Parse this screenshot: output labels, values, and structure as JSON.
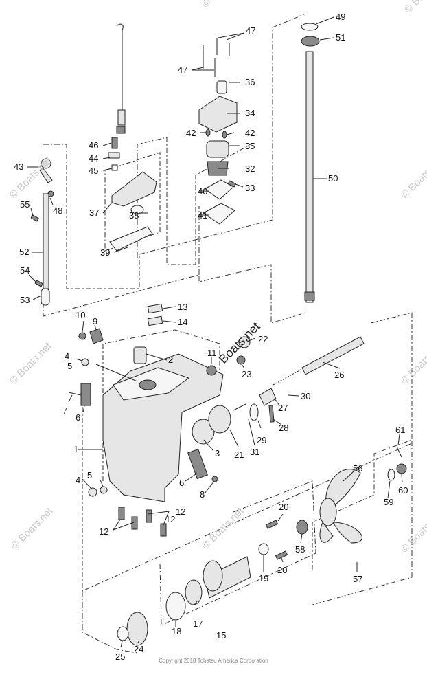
{
  "watermark": "© Boats.net",
  "watermark_center": "Boats.net",
  "copyright": "Copyright 2018 Tohatsu America Corporation",
  "callouts": [
    "1",
    "2",
    "3",
    "4",
    "4",
    "5",
    "5",
    "6",
    "6",
    "7",
    "8",
    "9",
    "10",
    "11",
    "12",
    "12",
    "12",
    "13",
    "14",
    "15",
    "17",
    "18",
    "19",
    "20",
    "20",
    "21",
    "22",
    "23",
    "24",
    "25",
    "26",
    "27",
    "28",
    "29",
    "30",
    "31",
    "32",
    "33",
    "34",
    "35",
    "36",
    "37",
    "38",
    "39",
    "40",
    "41",
    "42",
    "42",
    "43",
    "44",
    "45",
    "46",
    "47",
    "47",
    "48",
    "49",
    "50",
    "51",
    "52",
    "53",
    "54",
    "55",
    "56",
    "57",
    "58",
    "59",
    "60",
    "61"
  ]
}
